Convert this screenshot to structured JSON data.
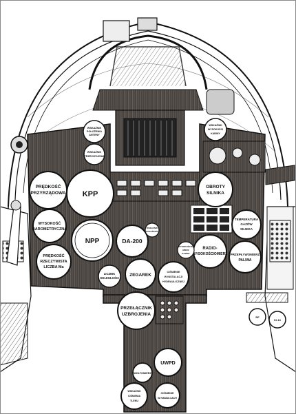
{
  "gauges": {
    "predkosc_przyrzadowa": [
      "PRĘDKOŚĆ",
      "PRZYRZĄDOWA"
    ],
    "kpp": "KPP",
    "wysokosc_barometryczna": [
      "WYSOKOŚĆ",
      "BAROMETRYCZNA"
    ],
    "npp": "NPP",
    "da200": "DA-200",
    "predkosc_rzeczywista": [
      "PRĘDKOŚĆ",
      "RZECZYWISTA",
      "LICZBA Ma"
    ],
    "obroty_silnika": [
      "OBROTY",
      "SILNIKA"
    ],
    "temperatura_gazow": [
      "TEMPERATURA",
      "GAZÓW",
      "SILNIKA"
    ],
    "radiowysokosciomierz": [
      "RADIO-",
      "WYSOKOŚCIOMIERZ"
    ],
    "wskaznik_polozenia_anteny": [
      "WSKAŹNIK",
      "POŁOŻENIA",
      "ANTENY"
    ],
    "wskaznik_przechylenia": [
      "WSKAŹNIK",
      "PRZECHYLENIA"
    ],
    "wskaznik_wysokosci_kabiny": [
      "WSKAŹNIK",
      "WYSOKOŚCI",
      "KABINY"
    ],
    "wskaznik_polozenia": [
      "WSKAŹNIK",
      "POŁOŻENIA"
    ],
    "wysokosciomierz_kabiny": [
      "WYSOKOŚCIO-",
      "MIERZ",
      "KABINY"
    ],
    "licznik_odleglosci": [
      "LICZNIK",
      "ODLEGŁOŚCI"
    ],
    "zegarek": "ZEGAREK",
    "cisnienie_w_instalacji": [
      "CIŚNIENIE",
      "W INSTALACJI",
      "HYDRAULICZNEJ"
    ],
    "przeplywomierz": [
      "PRZEPŁYWOMIERZ",
      "PALIWA"
    ],
    "przelacznik_uzbrojenia": [
      "PRZEŁĄCZNIK",
      "UZBROJENIA"
    ],
    "woltomierz": "WOLTOMIERZ",
    "uwpd": "UWPD",
    "wskaznik_ilosci_tlenu": [
      "WSKAŹNIK",
      "CIŚNIENIA",
      "TLENU"
    ],
    "cisnienie_w_hamulcach": [
      "CIŚNIENIE",
      "W HAMULCACH"
    ],
    "kompas_rf": "RF",
    "kompas_ki": "KI-13"
  },
  "colors": {
    "ink": "#111111",
    "panel": "#4a4440",
    "paper": "#ffffff"
  }
}
